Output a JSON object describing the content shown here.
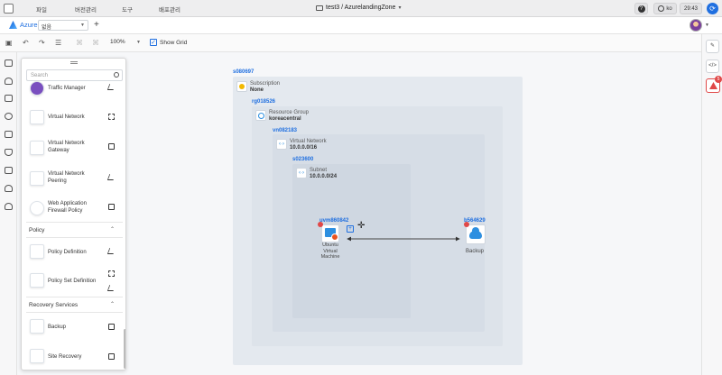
{
  "titlebar": {
    "menus": [
      "파일",
      "버전관리",
      "도구",
      "배포관리"
    ],
    "document": "test3 / AzurelandingZone",
    "help": "?",
    "lang": "ko",
    "time": "29:43"
  },
  "bar2": {
    "brand": "Azure",
    "select_value": "없음",
    "add_tab": "+"
  },
  "toolbar": {
    "zoom": "100%",
    "show_grid_label": "Show Grid",
    "show_grid_checked": true
  },
  "rightrail": {
    "warning_count": "5"
  },
  "panel": {
    "search_placeholder": "Search",
    "items_top": [
      {
        "label": "Traffic Manager"
      },
      {
        "label": "Virtual Network"
      },
      {
        "label": "Virtual Network Gateway"
      },
      {
        "label": "Virtual Network Peering"
      },
      {
        "label": "Web Application Firewall Policy"
      }
    ],
    "policy_section": "Policy",
    "policy_items": [
      {
        "label": "Policy Definition"
      },
      {
        "label": "Policy Set Definition"
      }
    ],
    "recovery_section": "Recovery Services",
    "recovery_items": [
      {
        "label": "Backup"
      },
      {
        "label": "Site Recovery"
      }
    ]
  },
  "canvas": {
    "subscription": {
      "id": "s080697",
      "title": "Subscription",
      "value": "None"
    },
    "resource_group": {
      "id": "rg018526",
      "title": "Resource Group",
      "value": "koreacentral"
    },
    "vnet": {
      "id": "vn082183",
      "title": "Virtual Network",
      "value": "10.0.0.0/16"
    },
    "subnet": {
      "id": "s023600",
      "title": "Subnet",
      "value": "10.0.0.0/24"
    },
    "vm": {
      "id": "uvm860842",
      "label_lines": [
        "Ubuntu",
        "Virtual",
        "Machine"
      ]
    },
    "backup": {
      "id": "b564629",
      "label": "Backup"
    }
  },
  "colors": {
    "accent": "#1f6fe0",
    "warning": "#e04848"
  }
}
